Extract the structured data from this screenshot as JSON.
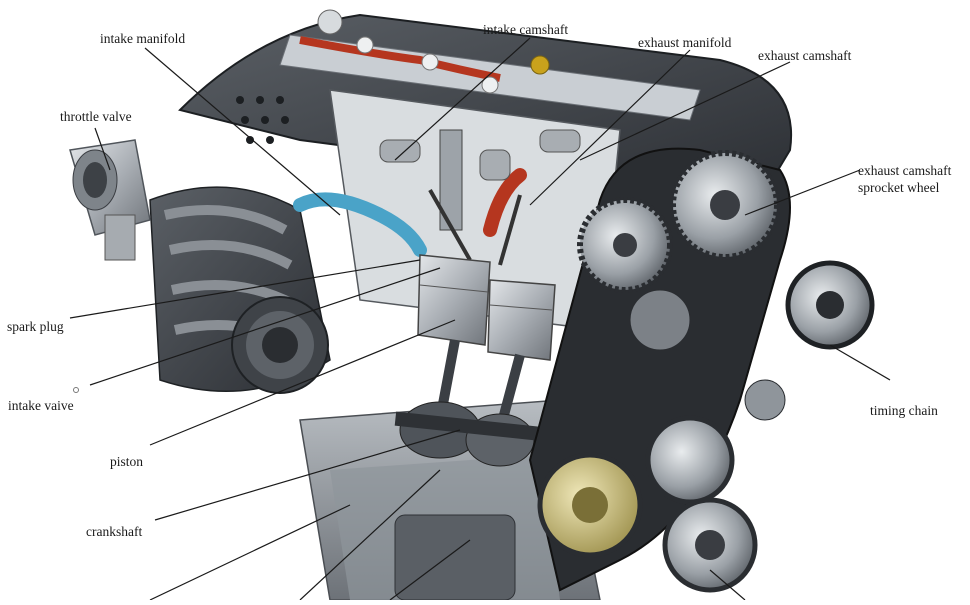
{
  "labels": {
    "intake_manifold": "intake manifold",
    "intake_camshaft": "intake camshaft",
    "exhaust_manifold": "exhaust manifold",
    "exhaust_camshaft": "exhaust camshaft",
    "throttle_valve": "throttle valve",
    "exhaust_camshaft_sprocket_line1": "exhaust camshaft",
    "exhaust_camshaft_sprocket_line2": "sprocket wheel",
    "spark_plug": "spark plug",
    "intake_valve": "intake vaive",
    "timing_chain": "timing chain",
    "piston": "piston",
    "crankshaft": "crankshaft"
  },
  "colors": {
    "engine_dark": "#3a3d42",
    "engine_mid": "#8a9096",
    "engine_light": "#c9ced3",
    "accent_red": "#b5361f",
    "accent_blue": "#4aa3c8",
    "accent_yellow": "#c9a21c",
    "leader_line": "#1a1a1a"
  }
}
